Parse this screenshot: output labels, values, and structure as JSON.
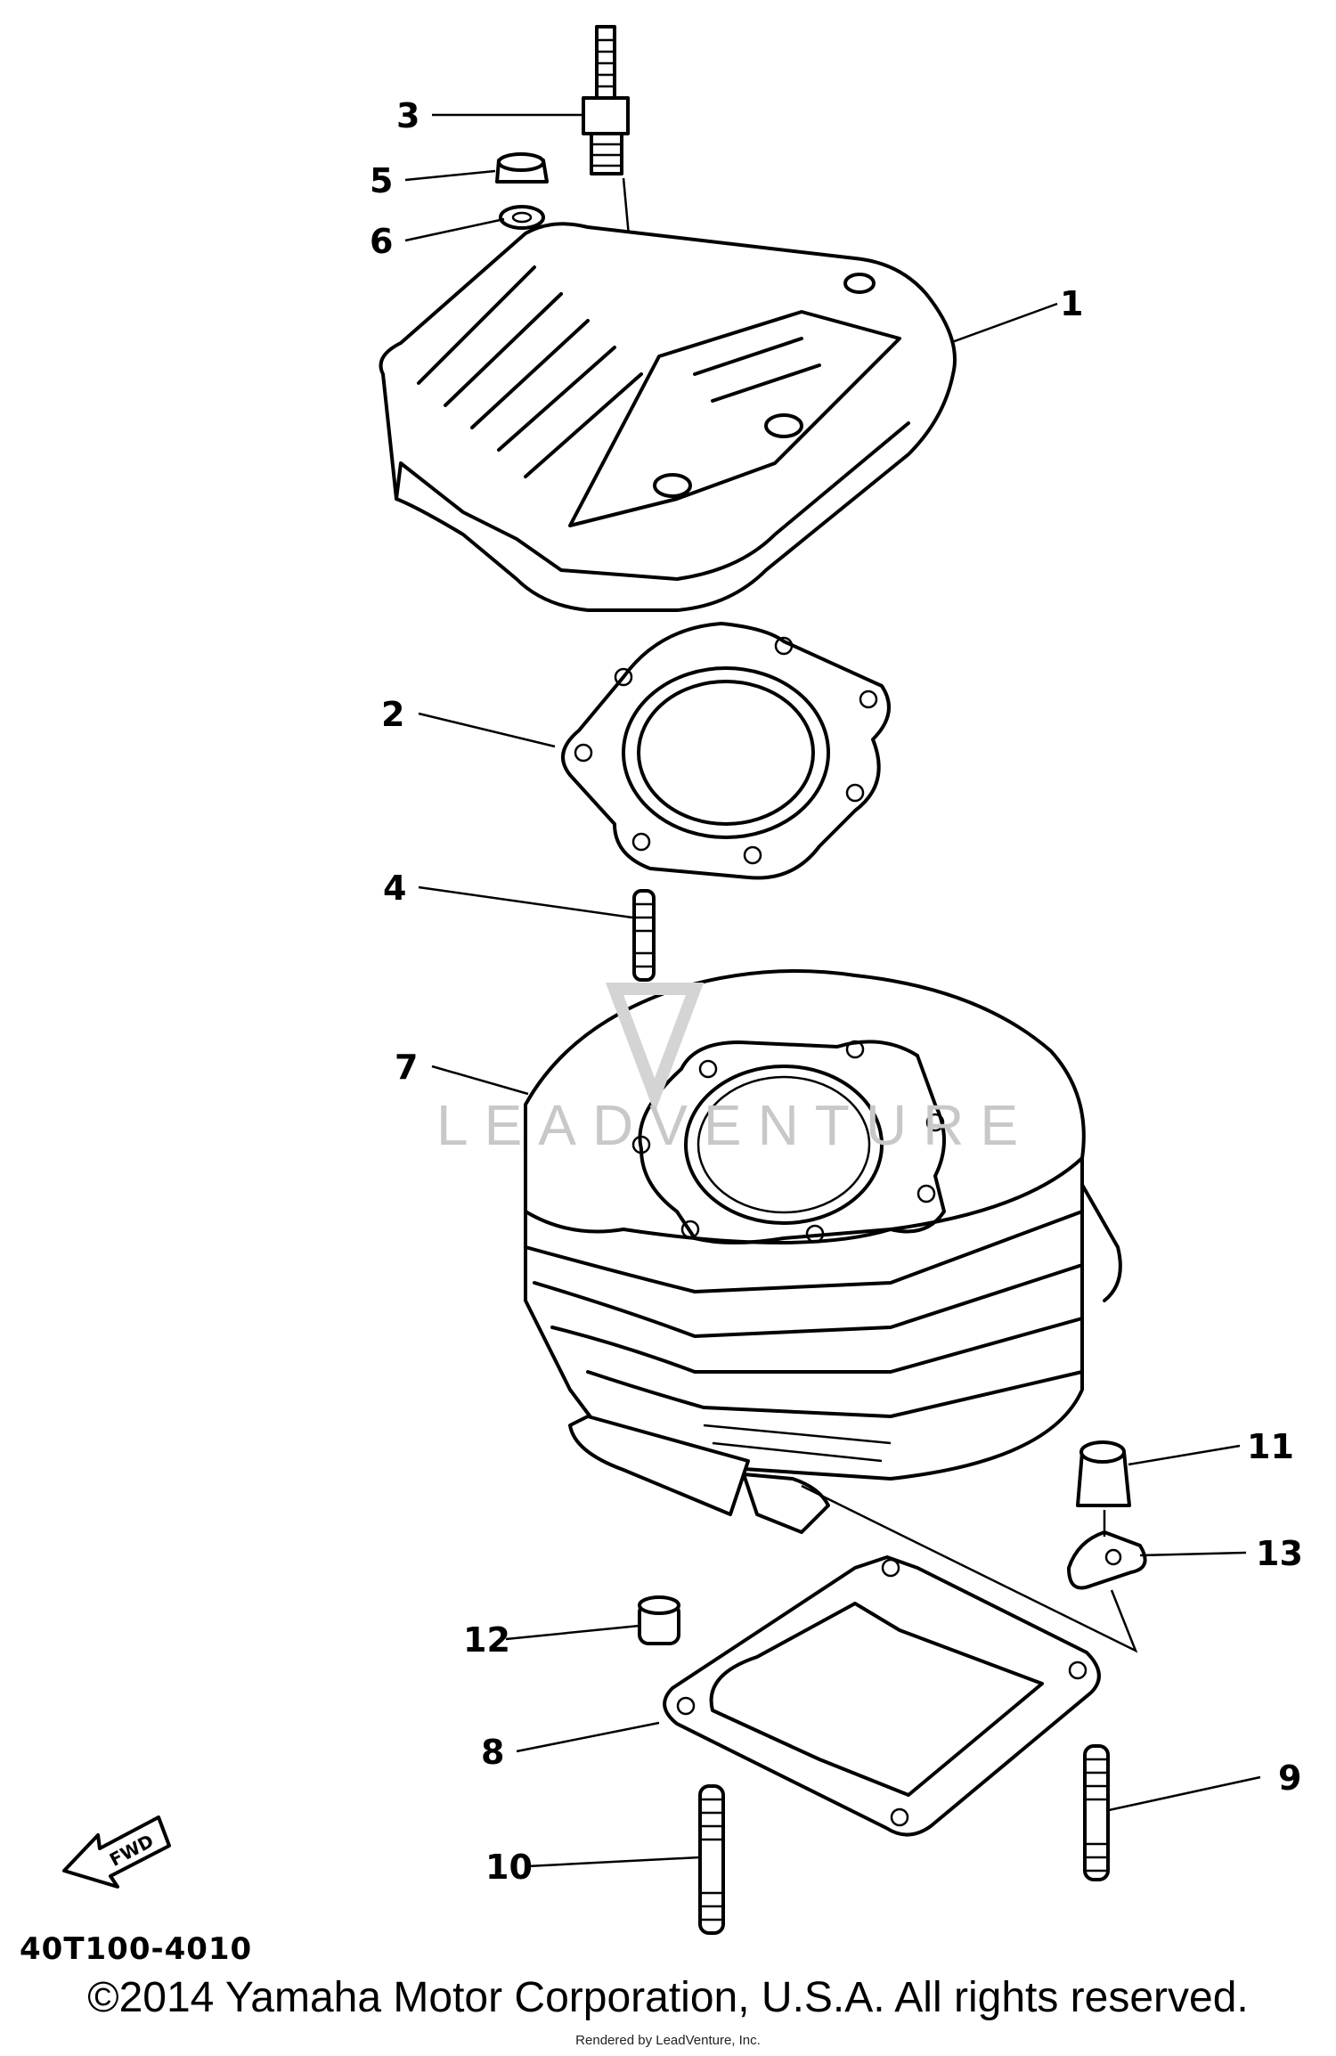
{
  "diagram": {
    "callouts": [
      "1",
      "2",
      "3",
      "4",
      "5",
      "6",
      "7",
      "8",
      "9",
      "10",
      "11",
      "12",
      "13"
    ],
    "fwd_label": "FWD",
    "part_number": "40T100-4010",
    "watermark": "LEADVENTURE",
    "copyright": "©2014 Yamaha Motor Corporation, U.S.A. All rights reserved.",
    "rendered_by": "Rendered by LeadVenture, Inc."
  }
}
